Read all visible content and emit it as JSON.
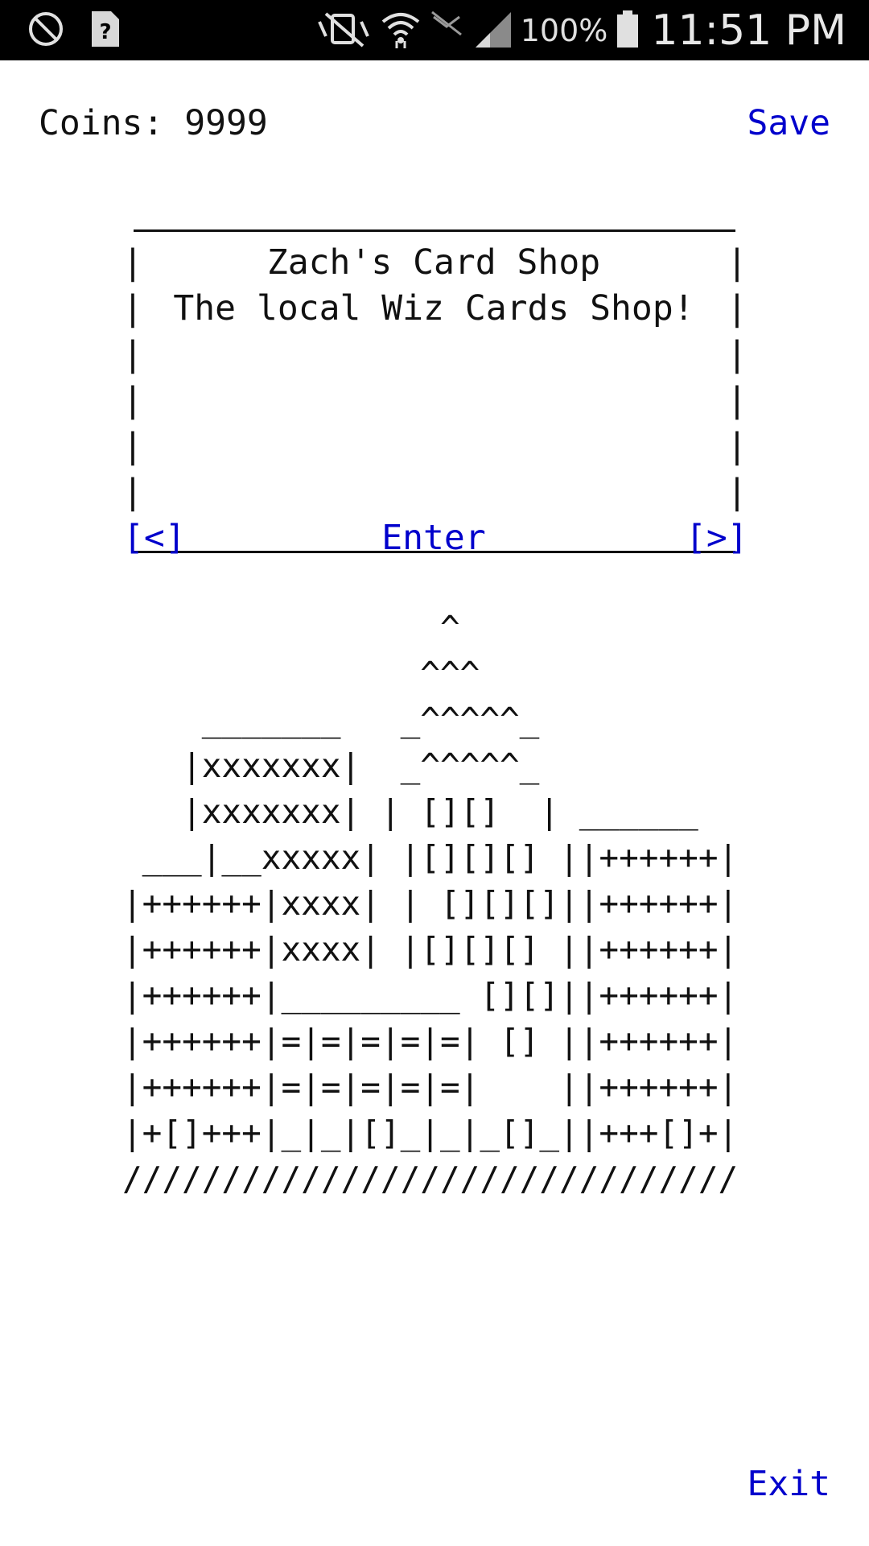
{
  "status_bar": {
    "battery_percent": "100%",
    "time": "11:51 PM",
    "icons": [
      "blocked-icon",
      "unknown-app-icon",
      "vibrate-mute-icon",
      "wifi-icon",
      "data-off-icon",
      "signal-icon",
      "battery-icon"
    ]
  },
  "top_bar": {
    "coins_label": "Coins: 9999",
    "save_label": "Save"
  },
  "sign": {
    "title": "Zach's Card Shop",
    "subtitle": "The local Wiz Cards Shop!",
    "prev_label": "[<]",
    "enter_label": "Enter",
    "next_label": "[>]",
    "left_border": "|\n|\n|\n|\n|\n|",
    "right_border": "|\n|\n|\n|\n|\n|"
  },
  "ascii_art": "                ^\n               ^^^\n    _______   _^^^^^_\n   |xxxxxxx|  _^^^^^_\n   |xxxxxxx| | [][]  | ______\n ___|__xxxxx| |[][][] ||++++++|\n|++++++|xxxx| | [][][]||++++++|\n|++++++|xxxx| |[][][] ||++++++|\n|++++++|_________ [][]||++++++|\n|++++++|=|=|=|=|=| [] ||++++++|\n|++++++|=|=|=|=|=|    ||++++++|\n|+[]+++|_|_|[]_|_|_[]_||+++[]+|\n///////////////////////////////",
  "footer": {
    "exit_label": "Exit"
  },
  "colors": {
    "link": "#0000cc",
    "text": "#111111",
    "status_bar_bg": "#000000"
  }
}
